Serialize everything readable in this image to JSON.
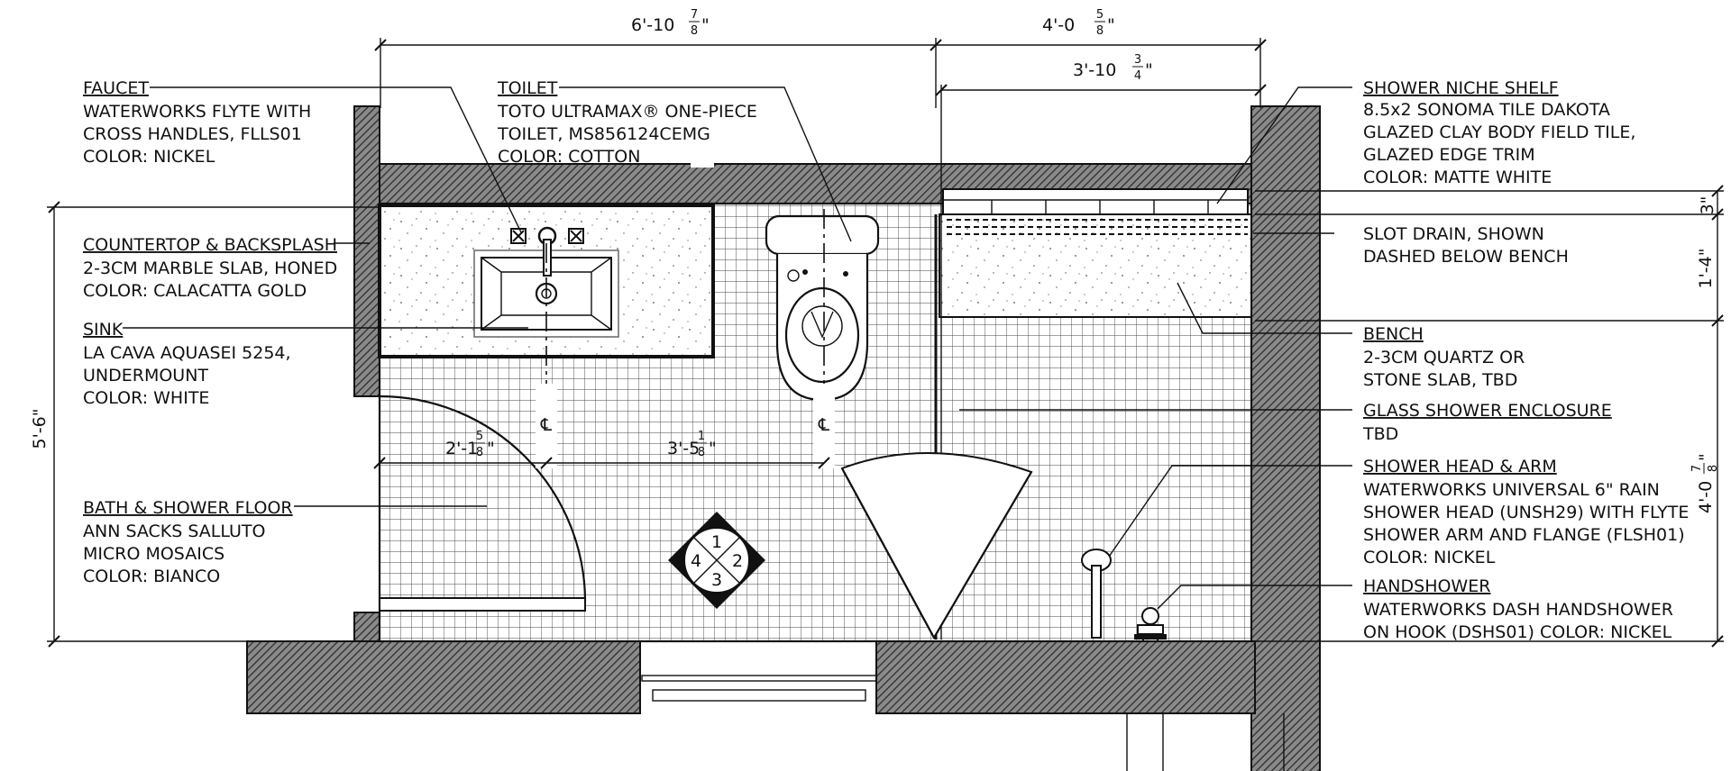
{
  "dimensions": {
    "top_left": {
      "whole": "6'-10",
      "num": "7",
      "den": "8",
      "tail": "\""
    },
    "top_right": {
      "whole": "4'-0",
      "num": "5",
      "den": "8",
      "tail": "\""
    },
    "shower_inner": {
      "whole": "3'-10",
      "num": "3",
      "den": "4",
      "tail": "\""
    },
    "left_height": "5'-6\"",
    "sink_center": {
      "whole": "2'-1",
      "num": "5",
      "den": "8",
      "tail": "\""
    },
    "toilet_center": {
      "whole": "3'-5",
      "num": "1",
      "den": "8",
      "tail": "\""
    },
    "niche_depth": "3\"",
    "bench_depth": "1'-4\"",
    "right_height": {
      "whole": "4'-0",
      "num": "7",
      "den": "8",
      "tail": "\""
    }
  },
  "centerline_symbol": "℄",
  "compass": [
    "1",
    "2",
    "3",
    "4"
  ],
  "labels": {
    "faucet": {
      "title": "FAUCET",
      "lines": [
        "WATERWORKS FLYTE WITH",
        "CROSS HANDLES, FLLS01",
        "COLOR: NICKEL"
      ]
    },
    "toilet": {
      "title": "TOILET",
      "lines": [
        "TOTO ULTRAMAX® ONE-PIECE",
        "TOILET, MS856124CEMG",
        "COLOR: COTTON"
      ]
    },
    "countertop": {
      "title": "COUNTERTOP & BACKSPLASH",
      "lines": [
        "2-3CM MARBLE SLAB, HONED",
        "COLOR: CALACATTA GOLD"
      ]
    },
    "sink": {
      "title": "SINK",
      "lines": [
        "LA CAVA AQUASEI 5254,",
        "UNDERMOUNT",
        "COLOR: WHITE"
      ]
    },
    "floor": {
      "title": "BATH & SHOWER FLOOR",
      "lines": [
        "ANN SACKS SALLUTO",
        "MICRO MOSAICS",
        "COLOR: BIANCO"
      ]
    },
    "niche": {
      "title": "SHOWER NICHE SHELF",
      "lines": [
        "8.5x2 SONOMA TILE DAKOTA",
        "GLAZED CLAY BODY FIELD TILE,",
        "GLAZED EDGE TRIM",
        "COLOR: MATTE WHITE"
      ]
    },
    "drain": {
      "title": "",
      "lines": [
        "SLOT DRAIN, SHOWN",
        "DASHED BELOW BENCH"
      ]
    },
    "bench": {
      "title": "BENCH",
      "lines": [
        "2-3CM QUARTZ OR",
        "STONE SLAB, TBD"
      ]
    },
    "glass": {
      "title": "GLASS SHOWER ENCLOSURE",
      "lines": [
        "TBD"
      ]
    },
    "showerhead": {
      "title": "SHOWER HEAD & ARM",
      "lines": [
        "WATERWORKS UNIVERSAL 6\" RAIN",
        "SHOWER HEAD (UNSH29) WITH  FLYTE",
        "SHOWER ARM AND FLANGE (FLSH01)",
        "COLOR: NICKEL"
      ]
    },
    "handshower": {
      "title": "HANDSHOWER",
      "lines": [
        "WATERWORKS DASH HANDSHOWER",
        "ON HOOK (DSHS01) COLOR: NICKEL"
      ]
    }
  }
}
